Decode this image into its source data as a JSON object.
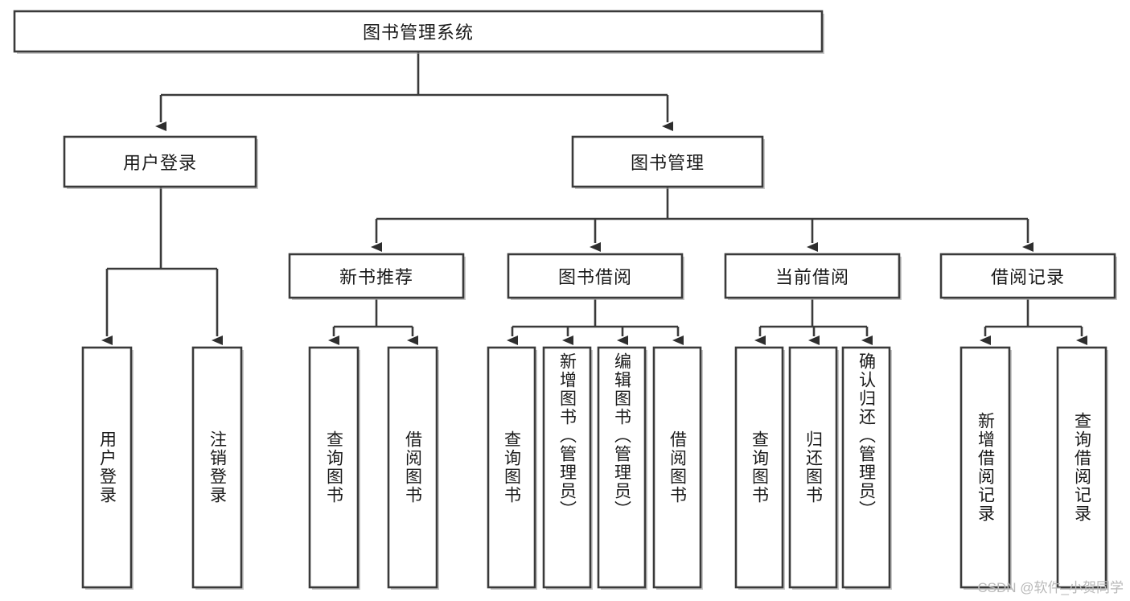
{
  "diagram": {
    "type": "tree-hierarchy-chart",
    "title_node": {
      "label": "图书管理系统",
      "level": 0
    },
    "level1": [
      {
        "id": "user-login",
        "label": "用户登录"
      },
      {
        "id": "book-management",
        "label": "图书管理"
      }
    ],
    "level2": [
      {
        "id": "new-book-recommend",
        "label": "新书推荐",
        "parent": "book-management"
      },
      {
        "id": "book-borrow",
        "label": "图书借阅",
        "parent": "book-management"
      },
      {
        "id": "current-borrow",
        "label": "当前借阅",
        "parent": "book-management"
      },
      {
        "id": "borrow-record",
        "label": "借阅记录",
        "parent": "book-management"
      }
    ],
    "leaves": [
      {
        "id": "leaf-user-login",
        "label": "用户登录",
        "parent": "user-login"
      },
      {
        "id": "leaf-logout",
        "label": "注销登录",
        "parent": "user-login"
      },
      {
        "id": "leaf-query-book-1",
        "label": "查询图书",
        "parent": "new-book-recommend"
      },
      {
        "id": "leaf-borrow-book-1",
        "label": "借阅图书",
        "parent": "new-book-recommend"
      },
      {
        "id": "leaf-query-book-2",
        "label": "查询图书",
        "parent": "book-borrow"
      },
      {
        "id": "leaf-add-book",
        "label": "新增图书（管理员）",
        "parent": "book-borrow"
      },
      {
        "id": "leaf-edit-book",
        "label": "编辑图书（管理员）",
        "parent": "book-borrow"
      },
      {
        "id": "leaf-borrow-book-2",
        "label": "借阅图书",
        "parent": "book-borrow"
      },
      {
        "id": "leaf-query-book-3",
        "label": "查询图书",
        "parent": "current-borrow"
      },
      {
        "id": "leaf-return-book",
        "label": "归还图书",
        "parent": "current-borrow"
      },
      {
        "id": "leaf-confirm-return",
        "label": "确认归还（管理员）",
        "parent": "current-borrow"
      },
      {
        "id": "leaf-add-record",
        "label": "新增借阅记录",
        "parent": "borrow-record"
      },
      {
        "id": "leaf-query-record",
        "label": "查询借阅记录",
        "parent": "borrow-record"
      }
    ],
    "colors": {
      "box_stroke": "#3a3a3a",
      "box_fill": "#ffffff",
      "connector": "#3a3a3a",
      "arrow": "#2e2e2e",
      "text": "#1a1a1a",
      "background": "#ffffff",
      "watermark": "#b9b9b9"
    }
  },
  "watermark": {
    "text": "CSDN @软件_小贺同学"
  }
}
